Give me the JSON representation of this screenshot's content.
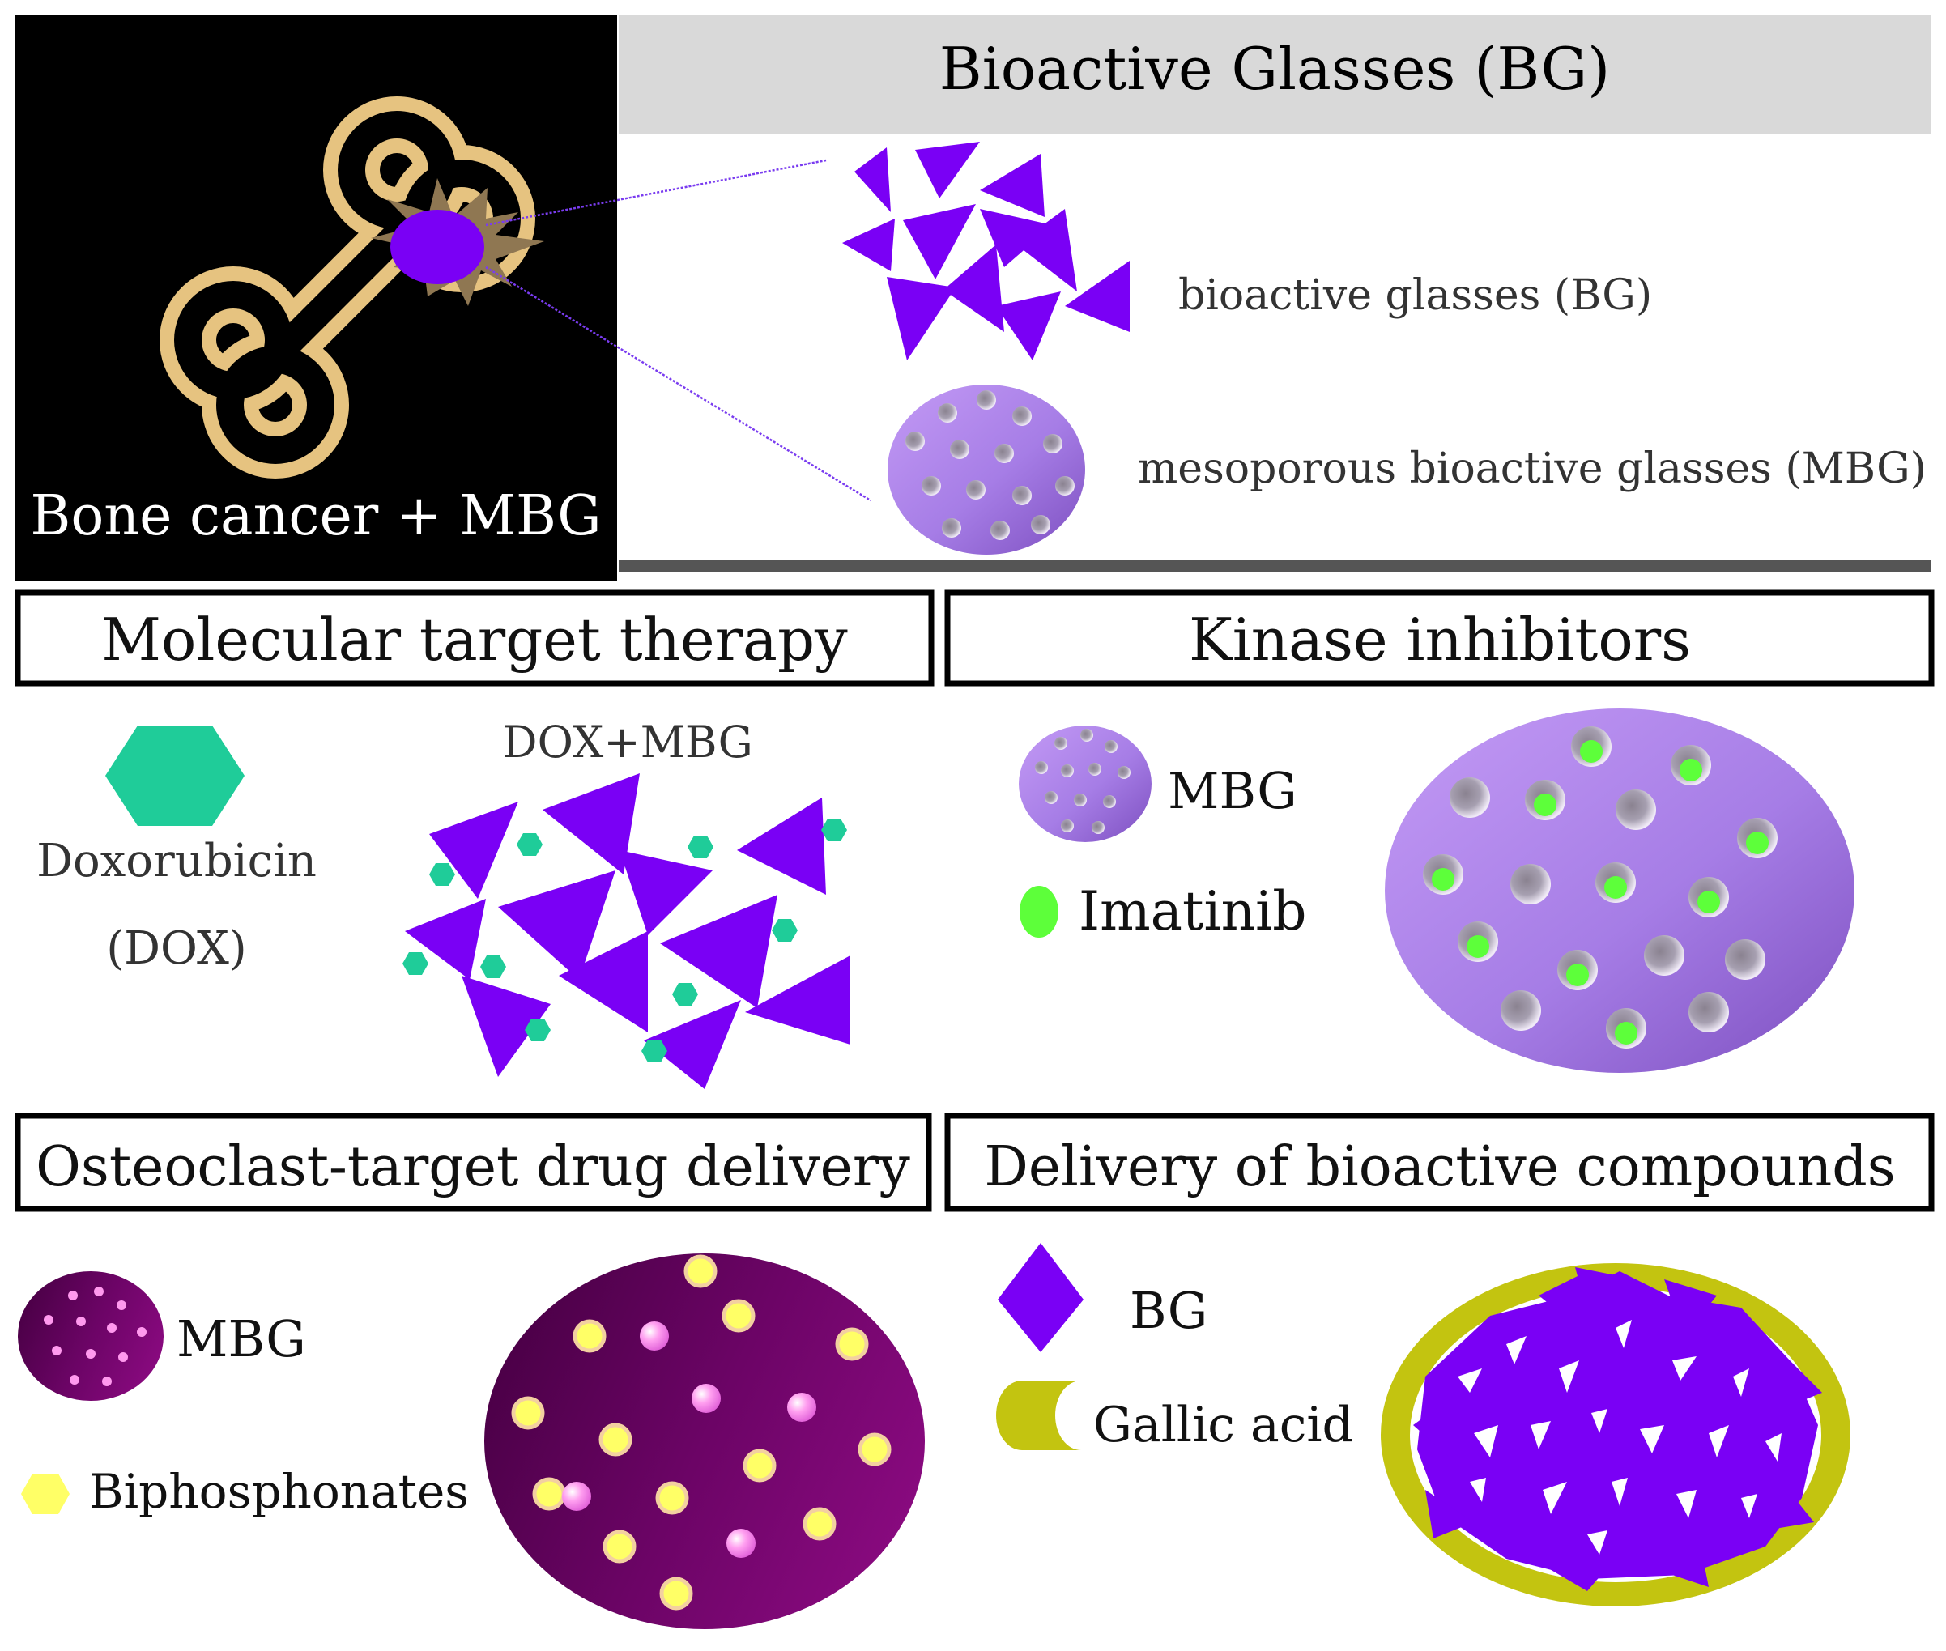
{
  "top_panel": {
    "title": "Bioactive Glasses (BG)",
    "bone_caption": "Bone cancer + MBG",
    "bg_label": "bioactive glasses (BG)",
    "mbg_label": "mesoporous bioactive glasses (MBG)"
  },
  "molecular": {
    "header": "Molecular target therapy",
    "drug_line1": "Doxorubicin",
    "drug_line2": "(DOX)",
    "combo_label": "DOX+MBG"
  },
  "kinase": {
    "header": "Kinase inhibitors",
    "mbg_label": "MBG",
    "drug_label": "Imatinib"
  },
  "osteoclast": {
    "header": "Osteoclast-target drug delivery",
    "mbg_label": "MBG",
    "drug_label": "Biphosphonates"
  },
  "compounds": {
    "header": "Delivery of  bioactive compounds",
    "bg_label": "BG",
    "coating_label": "Gallic acid"
  },
  "colors": {
    "bg_violet": "#7a00f5",
    "mbg_lavender": "#a67de6",
    "dox_teal": "#1fcc99",
    "imatinib_green": "#5dff3a",
    "mbg_plum": "#7a0a70",
    "biphosphonate_yellow": "#ffff66",
    "gallic_olive": "#c3c410",
    "bone_tan": "#e6c380",
    "title_bar_gray": "#d9d9d9"
  },
  "icons": [
    "bone-icon",
    "tumor-icon",
    "hexagon-icon",
    "triangle-icon",
    "sphere-icon",
    "pore-icon",
    "dot-icon",
    "diamond-icon",
    "coating-icon"
  ]
}
